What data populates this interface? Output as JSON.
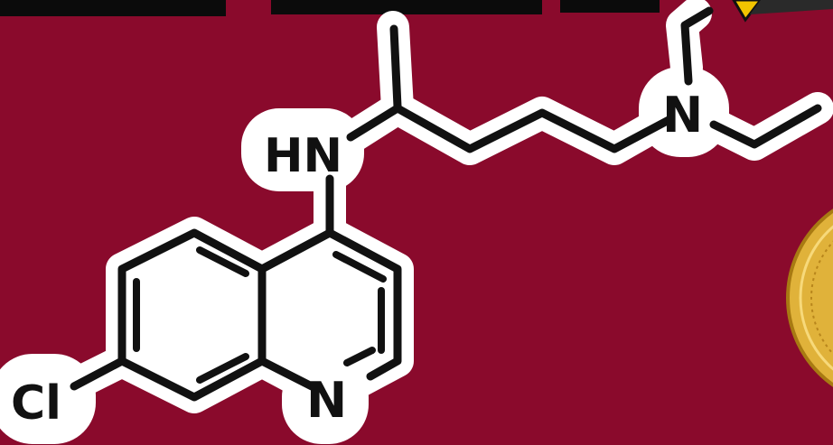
{
  "colors": {
    "background": "#8a0a2c",
    "bond_stroke": "#111111",
    "outline": "#ffffff",
    "coin_gold": "#e0b23a",
    "pencil_yellow": "#f2c400"
  },
  "molecule": {
    "atoms": {
      "nh": "HN",
      "n_tertiary": "N",
      "n_ring": "N",
      "cl": "Cl"
    }
  },
  "decorations": {
    "coin_icon": "gold-coin-icon",
    "pencil_icon": "pencil-icon"
  }
}
